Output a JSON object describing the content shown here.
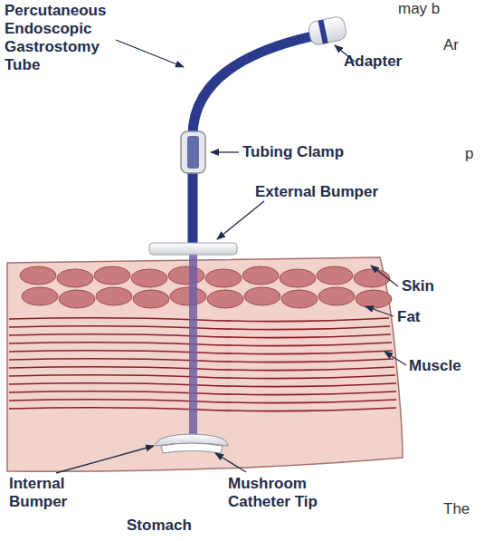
{
  "diagram": {
    "labels": [
      "Percutaneous Endoscopic Gastrostomy Tube",
      "Adapter",
      "Tubing Clamp",
      "External Bumper",
      "Skin",
      "Fat",
      "Muscle",
      "Internal Bumper",
      "Mushroom Catheter Tip",
      "Stomach",
      "may b",
      "Ar",
      "p",
      "The"
    ]
  }
}
